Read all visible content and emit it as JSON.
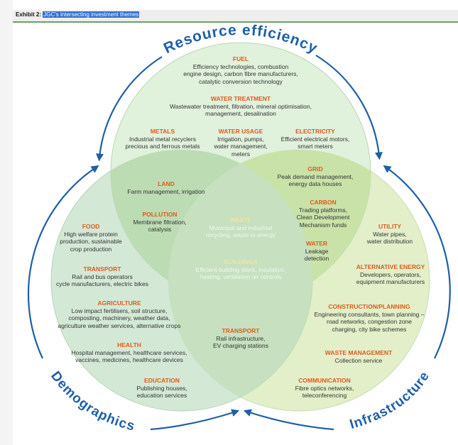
{
  "header": {
    "exhibit_label": "Exhibit 2:",
    "exhibit_title": "JGC's intersecting investment themes"
  },
  "colors": {
    "arc_blue": "#1f5fa8",
    "heading_orange": "#e05a1c",
    "top_circle": "#d6ecd0",
    "left_circle": "#cfe6d2",
    "right_circle": "#e2efc8",
    "center": "#8dbb78"
  },
  "themes": {
    "resource_efficiency": "Resource efficiency",
    "demographics": "Demographics",
    "infrastructure": "Infrastructure"
  },
  "sections": {
    "fuel": {
      "title": "FUEL",
      "lines": [
        "Efficiency technologies, combustion",
        "engine design, carbon fibre manufacturers,",
        "catalytic conversion technology"
      ]
    },
    "water_treatment": {
      "title": "WATER TREATMENT",
      "lines": [
        "Wastewater treatment, filtration, mineral optimisation,",
        "management, desalination"
      ]
    },
    "metals": {
      "title": "METALS",
      "lines": [
        "Industrial metal recyclers",
        "precious and ferrous metals"
      ]
    },
    "water_usage": {
      "title": "WATER USAGE",
      "lines": [
        "Irrigation, pumps,",
        "water management,",
        "meters"
      ]
    },
    "electricity": {
      "title": "ELECTRICITY",
      "lines": [
        "Efficient electrical motors,",
        "smart meters"
      ]
    },
    "land": {
      "title": "LAND",
      "lines": [
        "Farm management, irrigation"
      ]
    },
    "grid": {
      "title": "GRID",
      "lines": [
        "Peak demand management,",
        "energy data houses"
      ]
    },
    "pollution": {
      "title": "POLLUTION",
      "lines": [
        "Membrane filtration,",
        "catalysis"
      ]
    },
    "carbon": {
      "title": "CARBON",
      "lines": [
        "Trading platforms,",
        "Clean Development",
        "Mechanism funds"
      ]
    },
    "waste": {
      "title": "WASTE",
      "lines": [
        "Municipal and industrial",
        "recycling, waste to energy"
      ]
    },
    "water": {
      "title": "WATER",
      "lines": [
        "Leakage",
        "detection"
      ]
    },
    "buildings": {
      "title": "BUILDINGS",
      "lines": [
        "Efficient building stock, insulation,",
        "heating, ventilation air controls"
      ]
    },
    "food": {
      "title": "FOOD",
      "lines": [
        "High welfare protein",
        "production, sustainable",
        "crop production"
      ]
    },
    "utility": {
      "title": "UTILITY",
      "lines": [
        "Water pipes,",
        "water distribution"
      ]
    },
    "transport_left": {
      "title": "TRANSPORT",
      "lines": [
        "Rail and bus operators",
        "cycle manufacturers, electric bikes"
      ]
    },
    "alternative_energy": {
      "title": "ALTERNATIVE ENERGY",
      "lines": [
        "Developers, operators,",
        "equipment manufacturers"
      ]
    },
    "agriculture": {
      "title": "AGRICULTURE",
      "lines": [
        "Low impact fertilisers, soil structure,",
        "composting, machinery, weather data,",
        "agriculture weather services, alternative crops"
      ]
    },
    "construction": {
      "title": "CONSTRUCTION/PLANNING",
      "lines": [
        "Engineering consultants, town planning –",
        "road networks, congestion zone",
        "charging, city bike schemes"
      ]
    },
    "transport_center": {
      "title": "TRANSPORT",
      "lines": [
        "Rail infrastructure,",
        "EV charging stations"
      ]
    },
    "health": {
      "title": "HEALTH",
      "lines": [
        "Hospital management, healthcare services,",
        "vaccines, medicines, healthcare devices"
      ]
    },
    "waste_management": {
      "title": "WASTE MANAGEMENT",
      "lines": [
        "Collection service"
      ]
    },
    "education": {
      "title": "EDUCATION",
      "lines": [
        "Publishing houses,",
        "education services"
      ]
    },
    "communication": {
      "title": "COMMUNICATION",
      "lines": [
        "Fibre optics networks,",
        "teleconferencing"
      ]
    }
  }
}
